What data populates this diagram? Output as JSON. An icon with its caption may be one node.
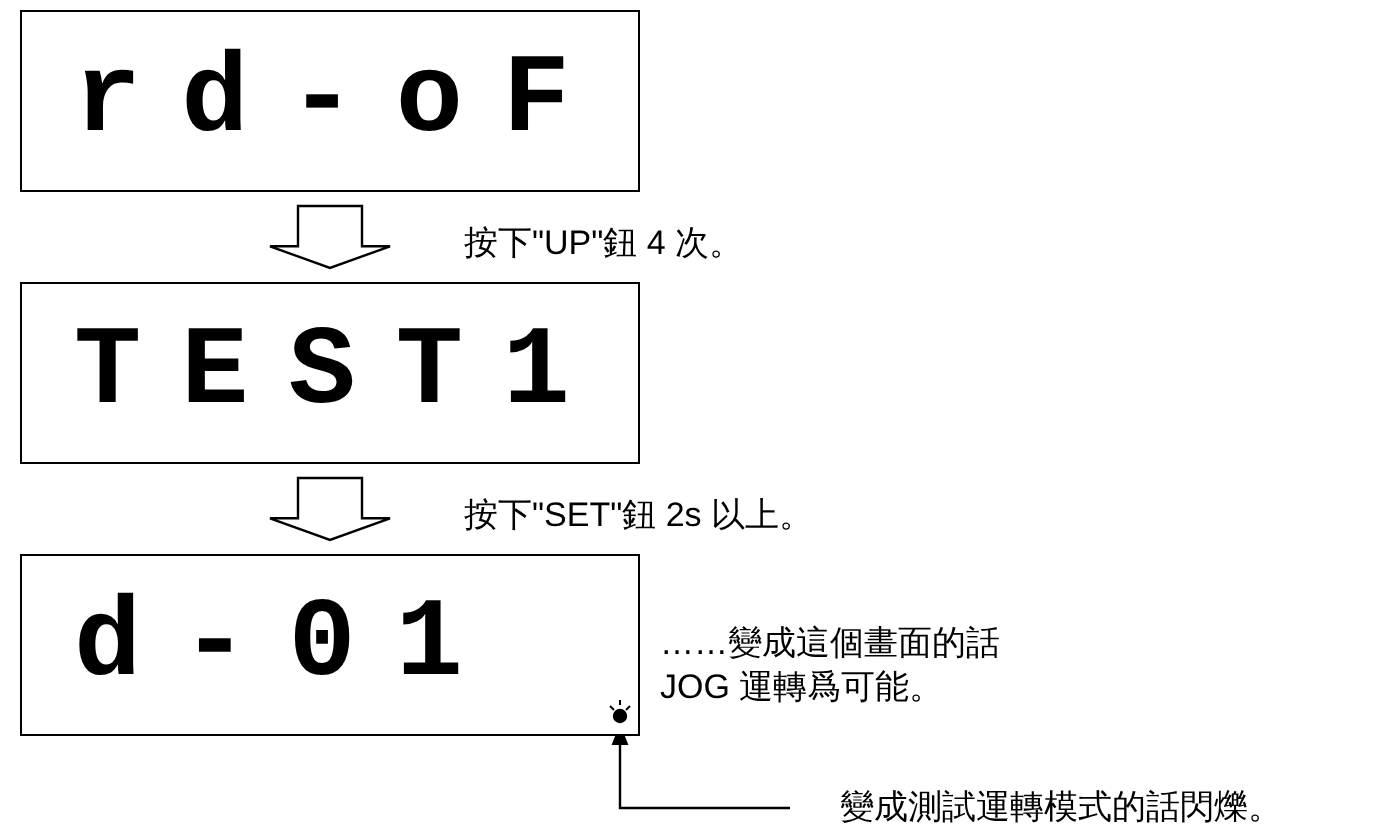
{
  "diagram": {
    "nodes": [
      {
        "text": [
          "rd-oF"
        ]
      },
      {
        "text": [
          "TEST1"
        ]
      },
      {
        "text": [
          "d-01"
        ],
        "beside": [
          "……變成這個畫面的話 JOG 運轉爲可能。"
        ]
      },
      {
        "text": [],
        "shape": "circle",
        "in": 2
      },
      {
        "text": [
          "變成測試運轉模式的話閃爍。"
        ]
      }
    ],
    "edges": [
      {
        "from": 0,
        "to": 1,
        "arrow": "to",
        "label": "按下\"UP\"鈕 4 次。"
      },
      {
        "from": 1,
        "to": 2,
        "arrow": "to",
        "label": "按下\"SET\"鈕 2s 以上。"
      },
      {
        "from": 4,
        "to": 3,
        "arrow": "to"
      }
    ]
  }
}
